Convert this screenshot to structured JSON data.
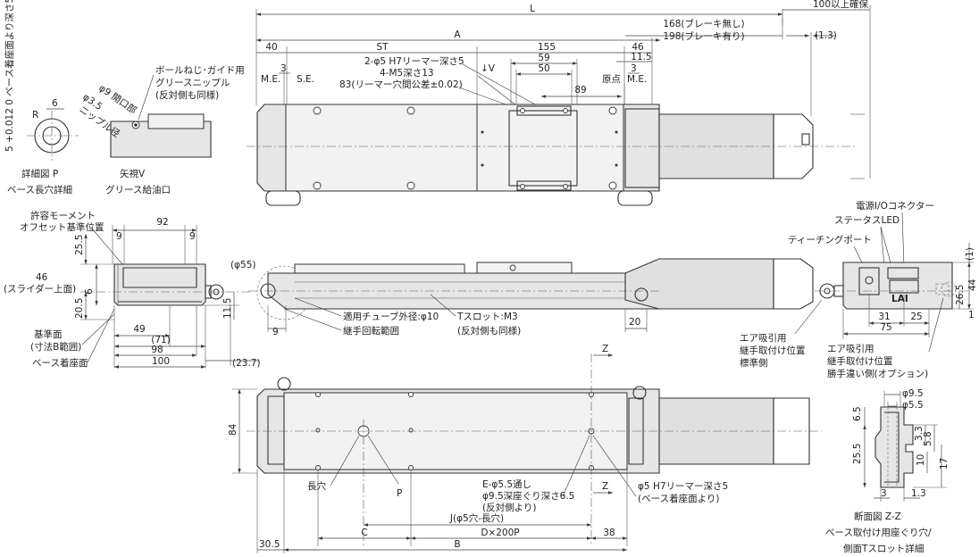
{
  "top_view": {
    "overall_L": "L",
    "clearance_note": "100以上確保",
    "A": "A",
    "ST": "ST",
    "d40": "40",
    "d155": "155",
    "d46": "46",
    "brake_none": "168(ブレーキ無し)",
    "brake_with": "198(ブレーキ有り)",
    "d13": "(1.3)",
    "d59": "59",
    "d50": "50",
    "d115": "11.5",
    "d89": "89",
    "d3a": "3",
    "d3b": "3",
    "me_left": "M.E.",
    "se": "S.E.",
    "origin": "原点",
    "me_right": "M.E.",
    "reamer_hole": "2-φ5 H7リーマー深さ5",
    "m5": "4-M5深さ13",
    "reamer_tol": "83(リーマー穴間公差±0.02)",
    "view_v_arrow": "↓V"
  },
  "detail_p": {
    "title": "詳細図 P",
    "subtitle": "ベース長穴詳細",
    "dim_vertical": "5 +0.012 0 ベース着座面より深さ5",
    "d6": "6",
    "r": "R"
  },
  "view_v": {
    "title": "矢視V",
    "subtitle": "グリース給油口",
    "note_line1": "ボールねじ･ガイド用",
    "note_line2": "グリースニップル",
    "note_line3": "(反対側も同様)",
    "d9": "φ9 開口部",
    "d35": "φ3.5",
    "nipple": "ニップル径"
  },
  "end_view": {
    "moment_line1": "許容モーメント",
    "moment_line2": "オフセット基準位置",
    "d92": "92",
    "d9a": "9",
    "d9b": "9",
    "d255": "25.5",
    "d46": "46",
    "slider_top": "(スライダー上面)",
    "d6": "6",
    "d205": "20.5",
    "d115": "11.5",
    "ref_plane1": "基準面",
    "ref_plane2": "(寸法B範囲)",
    "base_seat": "ベース着座面",
    "d49": "49",
    "d71": "(71)",
    "d98": "98",
    "d100": "100",
    "d237": "(23.7)"
  },
  "side_view": {
    "d55": "(φ55)",
    "d9": "9",
    "tube": "適用チューブ外径:φ10",
    "fitting_rot": "継手回転範囲",
    "tslot_line1": "Tスロット:M3",
    "tslot_line2": "(反対側も同様)",
    "d20": "20"
  },
  "right_view": {
    "power_io": "電源I/Oコネクター",
    "status_led": "ステータスLED",
    "teaching_port": "ティーチングポート",
    "d1top": "(1)",
    "d44": "44",
    "d265": "26.5",
    "d1bot": "1",
    "d31": "31",
    "d25": "25",
    "d75": "75",
    "air_std1": "エア吸引用",
    "air_std2": "継手取付け位置",
    "air_std3": "標準側",
    "air_opt1": "エア吸引用",
    "air_opt2": "継手取付け位置",
    "air_opt3": "勝手違い側(オプション)",
    "lai": "LAI"
  },
  "bottom_view": {
    "z_top": "Z",
    "z_bottom": "Z",
    "d84": "84",
    "p": "P",
    "long_hole": "長穴",
    "e_hole1": "E-φ5.5通し",
    "e_hole2": "φ9.5深座ぐり深さ6.5",
    "e_hole3": "(反対側より)",
    "reamer1": "φ5 H7リーマー深さ5",
    "reamer2": "(ベース着座面より)",
    "J": "J(φ5穴-長穴)",
    "C": "C",
    "DP": "D×200P",
    "d38": "38",
    "d305": "30.5",
    "B": "B"
  },
  "section_zz": {
    "d95": "φ9.5",
    "d55": "φ5.5",
    "d65": "6.5",
    "d33": "3.3",
    "d58": "5.8",
    "d255": "25.5",
    "d10": "10",
    "d17": "17",
    "d3": "3",
    "d13": "1.3",
    "title": "断面図 Z-Z",
    "subtitle1": "ベース取付け用座ぐり穴/",
    "subtitle2": "側面Tスロット詳細"
  }
}
